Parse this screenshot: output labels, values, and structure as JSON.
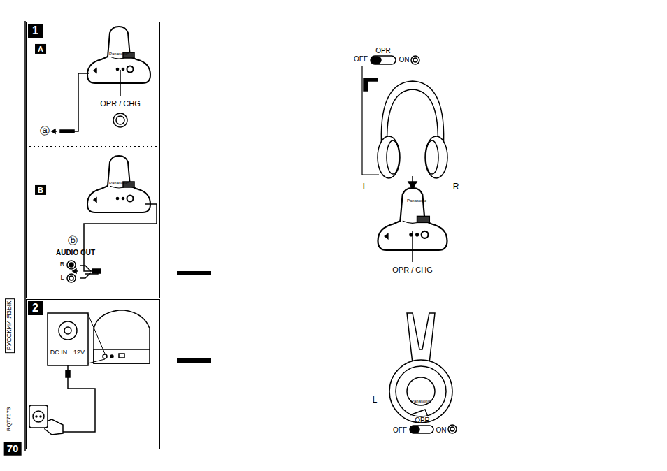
{
  "diagram": {
    "nodes": [
      {
        "text": [
          "1"
        ]
      },
      {
        "text": [
          "2"
        ]
      }
    ],
    "labels": [
      "A",
      "Panasonic",
      "OPR / CHG",
      "ⓐ",
      "B",
      "Panasonic",
      "ⓑ",
      "AUDIO OUT",
      "R",
      "L",
      "DC IN",
      "12V",
      "РУССКИЙ ЯЗЫК",
      "RQT7573",
      "70",
      "OFF",
      "OPR",
      "ON",
      "L",
      "R",
      "Panasonic",
      "OPR / CHG",
      "Panasonic",
      "L",
      "OPR",
      "OFF",
      "ON"
    ]
  }
}
